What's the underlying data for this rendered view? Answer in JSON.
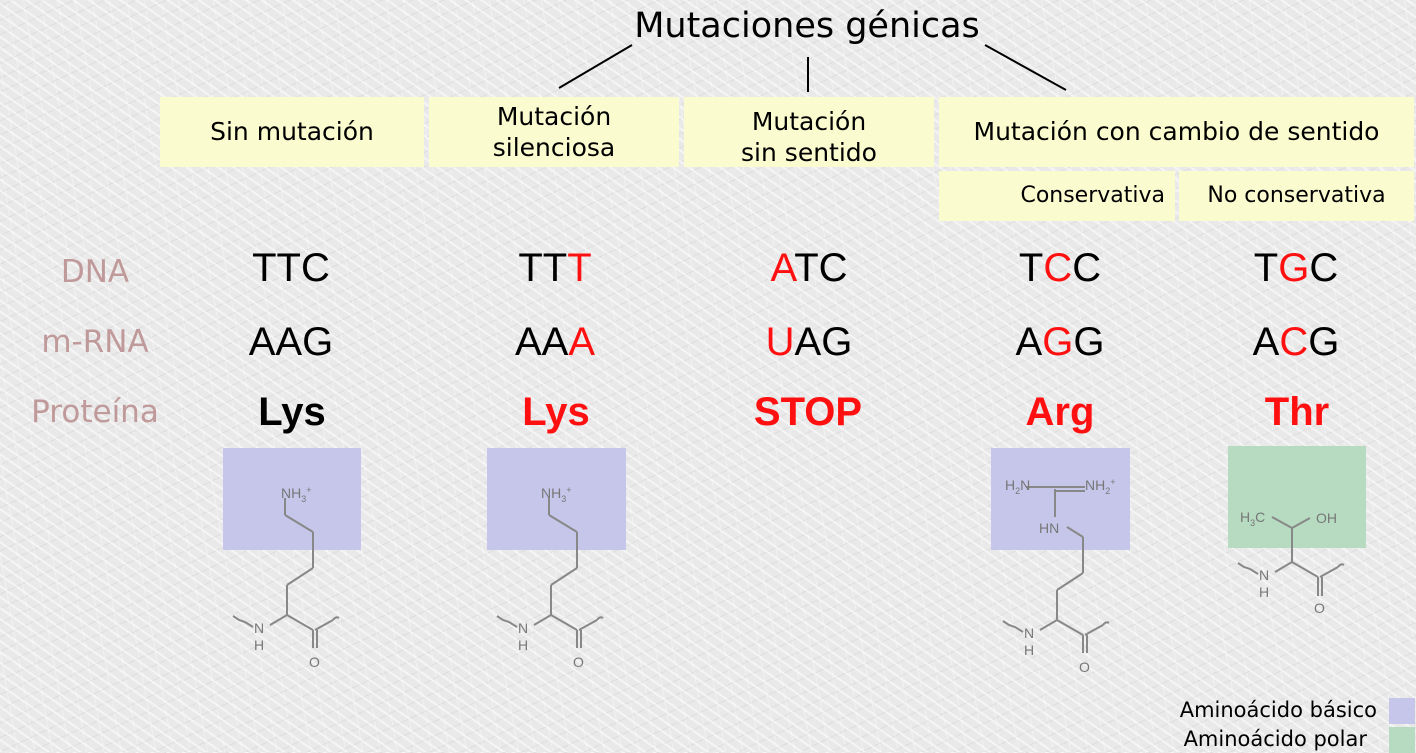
{
  "title": "Mutaciones génicas",
  "categories": {
    "sin_mutacion": "Sin mutación",
    "silenciosa_1": "Mutación",
    "silenciosa_2": "silenciosa",
    "sin_sentido_1": "Mutación",
    "sin_sentido_2": "sin sentido",
    "cambio_sentido": "Mutación con cambio de sentido",
    "conservativa": "Conservativa",
    "no_conservativa": "No conservativa"
  },
  "row_labels": {
    "dna": "DNA",
    "mrna": "m-RNA",
    "protein": "Proteína"
  },
  "columns": [
    {
      "dna": [
        "TT",
        "C",
        ""
      ],
      "dna_red": [
        false,
        false
      ],
      "mrna": [
        "AAG"
      ],
      "protein": "Lys",
      "protein_color": "#000000",
      "side_chain": "basic"
    },
    {
      "dna_a": "TT",
      "dna_b": "T",
      "mrna_a": "AA",
      "mrna_b": "A",
      "protein": "Lys",
      "protein_color": "#ff1010",
      "side_chain": "basic"
    },
    {
      "dna_a": "A",
      "dna_b": "TC",
      "mrna_a": "U",
      "mrna_b": "AG",
      "protein": "STOP",
      "protein_color": "#ff1010"
    },
    {
      "dna_a": "T",
      "dna_b": "C",
      "dna_c": "C",
      "mrna_a": "A",
      "mrna_b": "G",
      "mrna_c": "G",
      "protein": "Arg",
      "protein_color": "#ff1010",
      "side_chain": "basic"
    },
    {
      "dna_a": "T",
      "dna_b": "G",
      "dna_c": "C",
      "mrna_a": "A",
      "mrna_b": "C",
      "mrna_c": "G",
      "protein": "Thr",
      "protein_color": "#ff1010",
      "side_chain": "polar"
    }
  ],
  "seq": {
    "c1_dna": "TTC",
    "c1_mrna": "AAG",
    "c2_dna_a": "TT",
    "c2_dna_b": "T",
    "c2_mrna_a": "AA",
    "c2_mrna_b": "A",
    "c3_dna_a": "A",
    "c3_dna_b": "TC",
    "c3_mrna_a": "U",
    "c3_mrna_b": "AG",
    "c4_dna_a": "T",
    "c4_dna_b": "C",
    "c4_dna_c": "C",
    "c4_mrna_a": "A",
    "c4_mrna_b": "G",
    "c4_mrna_c": "G",
    "c5_dna_a": "T",
    "c5_dna_b": "G",
    "c5_dna_c": "C",
    "c5_mrna_a": "A",
    "c5_mrna_b": "C",
    "c5_mrna_c": "G"
  },
  "proteins": {
    "c1": "Lys",
    "c2": "Lys",
    "c3": "STOP",
    "c4": "Arg",
    "c5": "Thr"
  },
  "chem": {
    "nh3": "NH",
    "h2n": "H",
    "nh2": "NH",
    "hn": "HN",
    "h3c": "H",
    "oh": "OH",
    "n": "N",
    "h": "H",
    "o": "O",
    "c": "C"
  },
  "legend": {
    "basic": "Aminoácido básico",
    "polar": "Aminoácido polar"
  },
  "colors": {
    "basic": "#c5c6ea",
    "polar": "#b6dbc1",
    "category_bg": "#fbfbd0",
    "mutation_red": "#ff1010",
    "row_label": "#c09a9a"
  }
}
